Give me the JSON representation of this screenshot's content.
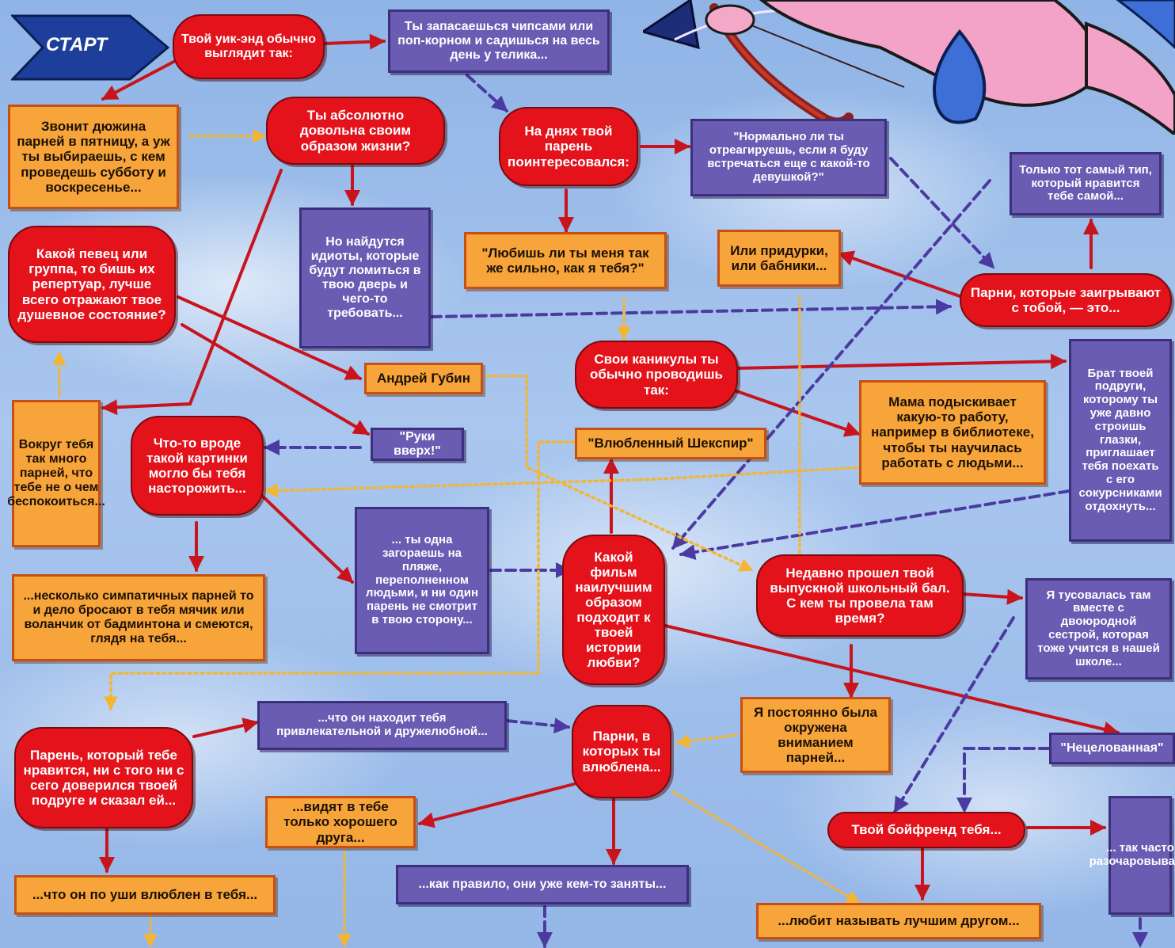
{
  "start_label": "СТАРТ",
  "colors": {
    "question": "#e3121b",
    "answer_orange": "#f7a53a",
    "answer_purple": "#6a5bb3",
    "arrow_red": "#c8141c",
    "arrow_purple": "#4b3ba0",
    "arrow_yellow": "#f4b531",
    "sky": "#a9c6ee"
  },
  "decoration": "cupid-with-bow",
  "nodes": {
    "weekend": "Твой уик-энд обычно выглядит так:",
    "chips": "Ты запасаешься чипсами или поп-корном и садишься на весь день у телика...",
    "dozen_guys": "Звонит дюжина парней в пятницу, а уж ты выбираешь, с кем проведешь субботу и воскресенье...",
    "satisfied": "Ты абсолютно довольна своим образом жизни?",
    "boyfriend_asked": "На днях твой парень поинтересовался:",
    "normal_react": "\"Нормально ли ты отреагируешь, если я буду встречаться еще с какой-то девушкой?\"",
    "only_type": "Только тот самый тип, который нравится тебе самой...",
    "singer": "Какой певец или группа, то бишь их репертуар, лучше всего отражают твое душевное состояние?",
    "idiots": "Но найдутся идиоты, которые будут ломиться в твою дверь и чего-то требовать...",
    "love_me": "\"Любишь ли ты меня так же сильно, как я тебя?\"",
    "fools": "Или придурки, или бабники...",
    "flirting_guys": "Парни, которые заигрывают с тобой, — это...",
    "gubin": "Андрей Губин",
    "holidays": "Свои каникулы ты обычно проводишь так:",
    "brother": "Брат твоей подруги, которому ты уже давно строишь глазки, приглашает тебя поехать с его сокурсниками отдохнуть...",
    "mom_job": "Мама подыскивает какую-то работу, например в библиотеке, чтобы ты научилась работать с людьми...",
    "around_you": "Вокруг тебя так много парней, что тебе не о чем беспокоиться...",
    "picture": "Что-то вроде такой картинки могло бы тебя насторожить...",
    "ruki_vverh": "\"Руки вверх!\"",
    "shakespeare": "\"Влюбленный Шекспир\"",
    "beach": "... ты одна загораешь на пляже, переполненном людьми, и ни один парень не смотрит в твою сторону...",
    "film": "Какой фильм наилучшим образом подходит к твоей истории любви?",
    "prom": "Недавно прошел твой выпускной школьный бал. С кем ты провела там время?",
    "cousin": "Я тусовалась там вместе с двоюродной сестрой, которая тоже учится в нашей школе...",
    "ball_throw": "...несколько симпатичных парней то и дело бросают в тебя мячик или воланчик от бадминтона и смеются, глядя на тебя...",
    "friendly": "...что он находит тебя привлекательной и дружелюбной...",
    "surrounded": "Я постоянно была окружена вниманием парней...",
    "unkissed": "\"Нецелованная\"",
    "crush_friend": "Парень, который тебе нравится, ни с того ни с сего доверился твоей подруге и сказал ей...",
    "guys_love": "Парни, в которых ты влюблена...",
    "good_friend": "...видят в тебе только хорошего друга...",
    "your_bf": "Твой бойфренд тебя...",
    "disappoint": "... так часто разочаровывает!",
    "head_over": "...что он по уши влюблен в тебя...",
    "taken": "...как правило, они уже кем-то заняты...",
    "best_friend": "...любит называть лучшим другом..."
  }
}
